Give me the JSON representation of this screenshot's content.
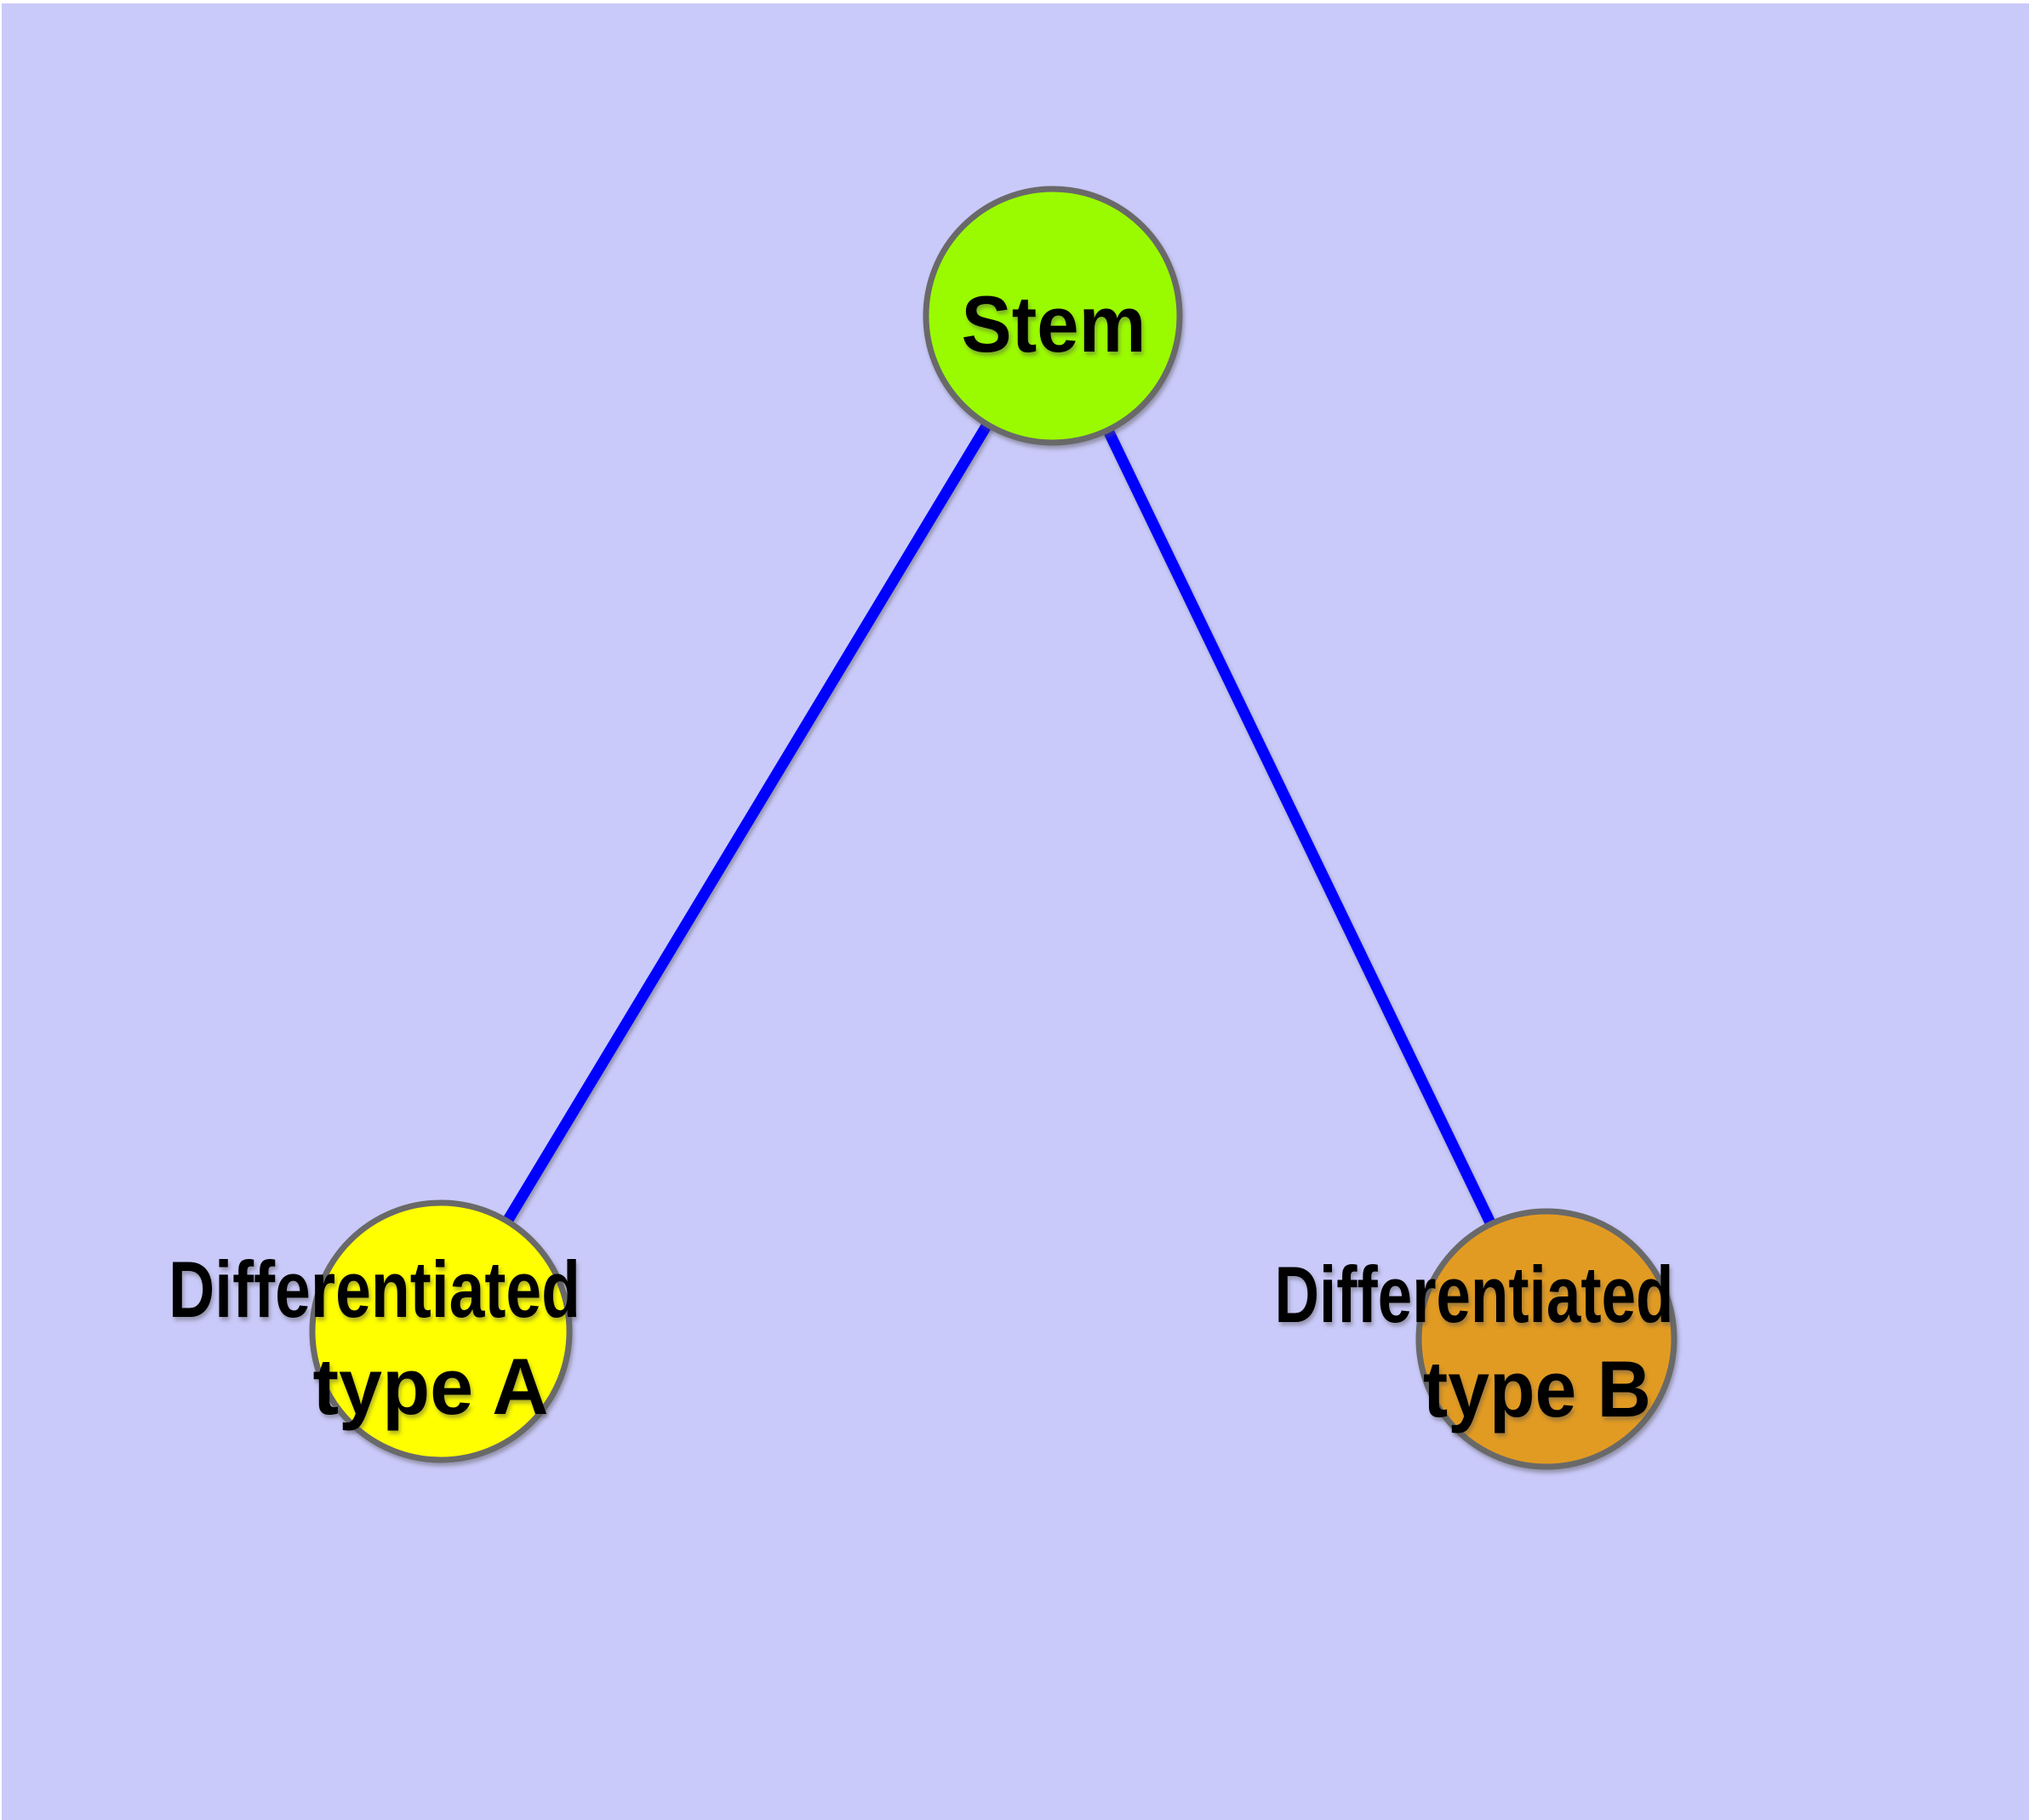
{
  "diagram": {
    "background_color": "#CACAFA",
    "edge_color": "#0000FF",
    "node_border_color": "#696969",
    "label_color": "#000000",
    "nodes": {
      "stem": {
        "label": "Stem",
        "fill": "#9AFB00"
      },
      "type_a": {
        "label": "Differentiated type A",
        "label_lines": [
          "Differentiated",
          "type A"
        ],
        "fill": "#FFFF00"
      },
      "type_b": {
        "label": "Differentiated type B",
        "label_lines": [
          "Differentiated",
          "type B"
        ],
        "fill": "#E29B23"
      }
    },
    "edges": [
      {
        "from": "Stem",
        "to": "Differentiated type A"
      },
      {
        "from": "Stem",
        "to": "Differentiated type B"
      }
    ]
  }
}
